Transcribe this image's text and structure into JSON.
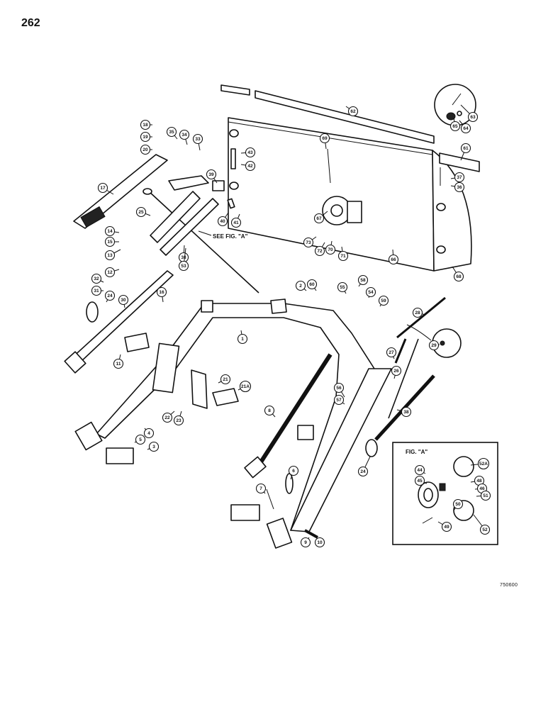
{
  "page_number": "262",
  "drawing_code": "750600",
  "see_note": "SEE FIG. \"A\"",
  "inset_title": "FIG. \"A\"",
  "callouts": [
    {
      "label": "62"
    },
    {
      "label": "63"
    },
    {
      "label": "64"
    },
    {
      "label": "65"
    },
    {
      "label": "61"
    },
    {
      "label": "18"
    },
    {
      "label": "19"
    },
    {
      "label": "20"
    },
    {
      "label": "35"
    },
    {
      "label": "34"
    },
    {
      "label": "33"
    },
    {
      "label": "43"
    },
    {
      "label": "42"
    },
    {
      "label": "69"
    },
    {
      "label": "37"
    },
    {
      "label": "36"
    },
    {
      "label": "17"
    },
    {
      "label": "39"
    },
    {
      "label": "40"
    },
    {
      "label": "41"
    },
    {
      "label": "67"
    },
    {
      "label": "25"
    },
    {
      "label": "14"
    },
    {
      "label": "15"
    },
    {
      "label": "13"
    },
    {
      "label": "38"
    },
    {
      "label": "53"
    },
    {
      "label": "73"
    },
    {
      "label": "72"
    },
    {
      "label": "70"
    },
    {
      "label": "71"
    },
    {
      "label": "66"
    },
    {
      "label": "68"
    },
    {
      "label": "12"
    },
    {
      "label": "32"
    },
    {
      "label": "31"
    },
    {
      "label": "24"
    },
    {
      "label": "30"
    },
    {
      "label": "16"
    },
    {
      "label": "2"
    },
    {
      "label": "60"
    },
    {
      "label": "55"
    },
    {
      "label": "58"
    },
    {
      "label": "54"
    },
    {
      "label": "59"
    },
    {
      "label": "28"
    },
    {
      "label": "1"
    },
    {
      "label": "11"
    },
    {
      "label": "29"
    },
    {
      "label": "27"
    },
    {
      "label": "26"
    },
    {
      "label": "21"
    },
    {
      "label": "21A"
    },
    {
      "label": "22"
    },
    {
      "label": "23"
    },
    {
      "label": "56"
    },
    {
      "label": "57"
    },
    {
      "label": "8"
    },
    {
      "label": "38"
    },
    {
      "label": "4"
    },
    {
      "label": "5"
    },
    {
      "label": "3"
    },
    {
      "label": "6"
    },
    {
      "label": "7"
    },
    {
      "label": "24"
    },
    {
      "label": "9"
    },
    {
      "label": "10"
    },
    {
      "label": "44"
    },
    {
      "label": "52A"
    },
    {
      "label": "45"
    },
    {
      "label": "48"
    },
    {
      "label": "46"
    },
    {
      "label": "51"
    },
    {
      "label": "50"
    },
    {
      "label": "49"
    },
    {
      "label": "52"
    }
  ]
}
